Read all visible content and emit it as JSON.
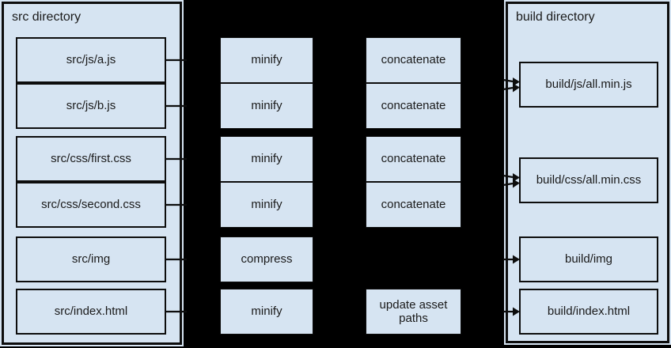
{
  "colors": {
    "background": "#000000",
    "box_fill": "#d6e4f2",
    "line": "#0d0d0d",
    "text": "#1a1a1a"
  },
  "src_panel": {
    "title": "src directory",
    "files": [
      "src/js/a.js",
      "src/js/b.js",
      "src/css/first.css",
      "src/css/second.css",
      "src/img",
      "src/index.html"
    ]
  },
  "transform_steps": [
    "minify",
    "minify",
    "minify",
    "minify",
    "compress",
    "minify"
  ],
  "combine_steps": [
    "concatenate",
    "concatenate",
    "concatenate",
    "concatenate",
    "update asset paths"
  ],
  "build_panel": {
    "title": "build directory",
    "files": [
      "build/js/all.min.js",
      "build/css/all.min.css",
      "build/img",
      "build/index.html"
    ]
  }
}
